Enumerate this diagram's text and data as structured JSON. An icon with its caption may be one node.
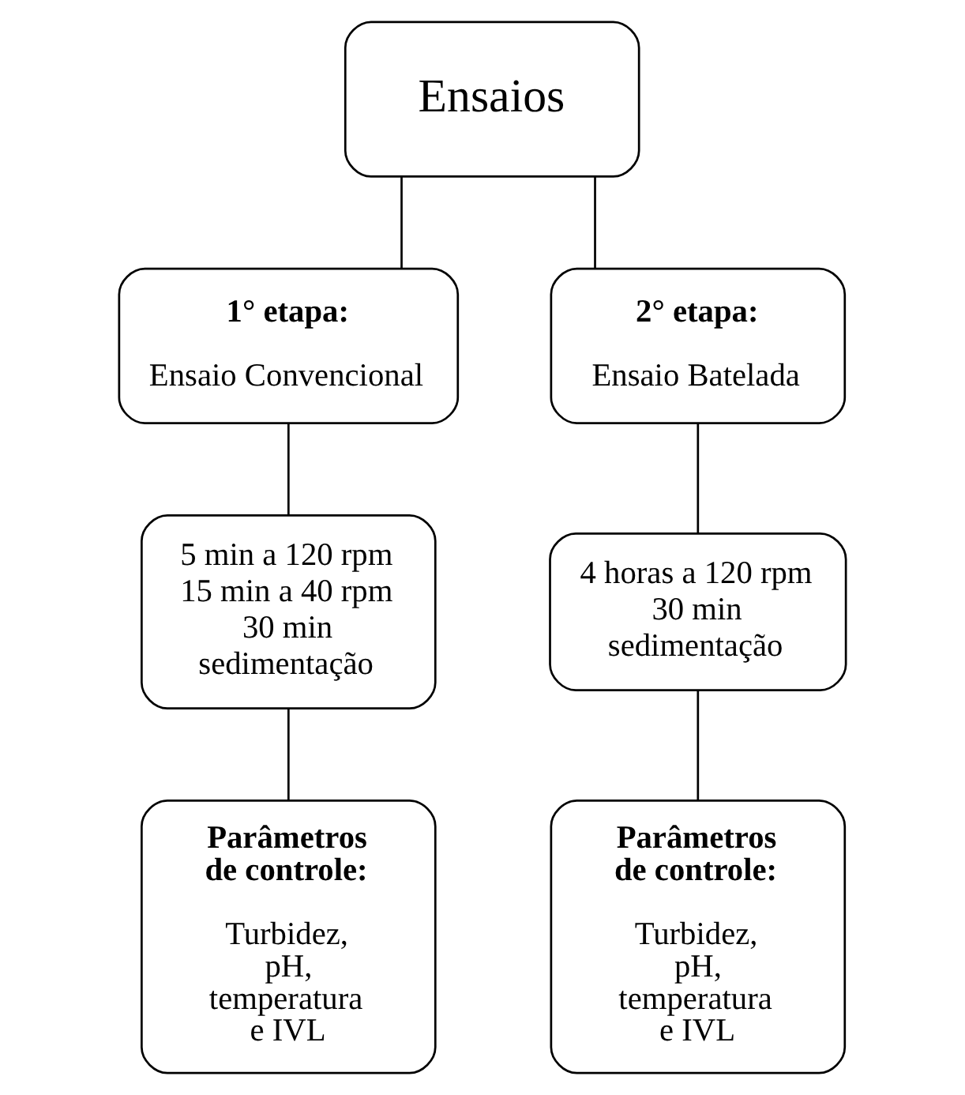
{
  "diagram": {
    "nodes": [
      {
        "text": [
          "Ensaios"
        ]
      },
      {
        "text": [
          "1° etapa:",
          "Ensaio Convencional"
        ]
      },
      {
        "text": [
          "2° etapa:",
          "Ensaio Batelada"
        ]
      },
      {
        "text": [
          "5 min a 120 rpm 15 min a 40 rpm 30 min sedimentação"
        ]
      },
      {
        "text": [
          "4 horas a 120 rpm 30 min sedimentação"
        ]
      },
      {
        "text": [
          "Parâmetros de controle:",
          "Turbidez, pH, temperatura e IVL"
        ]
      },
      {
        "text": [
          "Parâmetros de controle:",
          "Turbidez, pH, temperatura e IVL"
        ]
      }
    ],
    "edges": [
      {
        "from": 0,
        "to": 1,
        "arrow": "none"
      },
      {
        "from": 0,
        "to": 2,
        "arrow": "none"
      },
      {
        "from": 1,
        "to": 3,
        "arrow": "none"
      },
      {
        "from": 2,
        "to": 4,
        "arrow": "none"
      },
      {
        "from": 3,
        "to": 5,
        "arrow": "none"
      },
      {
        "from": 4,
        "to": 6,
        "arrow": "none"
      }
    ]
  }
}
